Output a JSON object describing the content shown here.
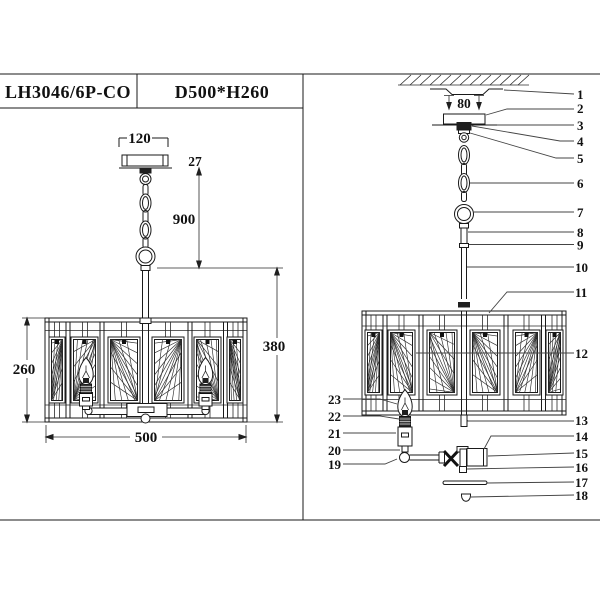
{
  "header": {
    "model": "LH3046/6P-CO",
    "size_code": "D500*H260"
  },
  "front_view": {
    "dims": {
      "canopy_width": "120",
      "canopy_height": "27",
      "suspension_length": "900",
      "body_height": "380",
      "shade_height": "260",
      "shade_diameter": "500"
    }
  },
  "exploded_view": {
    "mount_hole_spacing": "80",
    "right_labels": [
      "1",
      "2",
      "3",
      "4",
      "5",
      "6",
      "7",
      "8",
      "9",
      "10",
      "11",
      "12",
      "13",
      "14",
      "15",
      "16",
      "17",
      "18"
    ],
    "left_labels": [
      "23",
      "22",
      "21",
      "20",
      "19"
    ]
  }
}
